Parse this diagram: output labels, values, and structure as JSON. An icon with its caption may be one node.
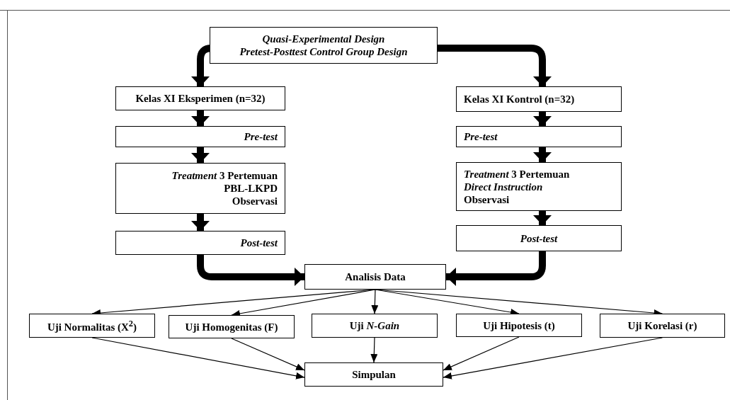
{
  "diagram": {
    "nodes": [
      {
        "text": [
          "Quasi-Experimental Design",
          "Pretest-Posttest Control Group Design"
        ]
      },
      {
        "text": [
          "Kelas XI Eksperimen (n=32)"
        ]
      },
      {
        "text": [
          "Pre-test"
        ]
      },
      {
        "text": [
          "*Treatment* 3 Pertemuan",
          "PBL-LKPD",
          "Observasi"
        ]
      },
      {
        "text": [
          "Post-test"
        ]
      },
      {
        "text": [
          "Kelas XI Kontrol (n=32)"
        ]
      },
      {
        "text": [
          "Pre-test"
        ]
      },
      {
        "text": [
          "*Treatment* 3 Pertemuan",
          "*Direct Instruction*",
          "Observasi"
        ]
      },
      {
        "text": [
          "Post-test"
        ]
      },
      {
        "text": [
          "Analisis Data"
        ]
      },
      {
        "text": [
          "Uji Normalitas (X$^{2}$)"
        ]
      },
      {
        "text": [
          "Uji Homogenitas (F)"
        ]
      },
      {
        "text": [
          "Uji *N-Gain*"
        ]
      },
      {
        "text": [
          "Uji Hipotesis (t)"
        ]
      },
      {
        "text": [
          "Uji Korelasi (r)"
        ]
      },
      {
        "text": [
          "Simpulan"
        ]
      }
    ],
    "edges": [
      {
        "from": 0,
        "to": 1,
        "arrow": "to",
        "style": "thick"
      },
      {
        "from": 0,
        "to": 5,
        "arrow": "to",
        "style": "thick"
      },
      {
        "from": 1,
        "to": 2,
        "arrow": "to",
        "style": "thick"
      },
      {
        "from": 2,
        "to": 3,
        "arrow": "to",
        "style": "thick"
      },
      {
        "from": 3,
        "to": 4,
        "arrow": "to",
        "style": "thick"
      },
      {
        "from": 5,
        "to": 6,
        "arrow": "to",
        "style": "thick"
      },
      {
        "from": 6,
        "to": 7,
        "arrow": "to",
        "style": "thick"
      },
      {
        "from": 7,
        "to": 8,
        "arrow": "to",
        "style": "thick"
      },
      {
        "from": 4,
        "to": 9,
        "arrow": "to",
        "style": "thick"
      },
      {
        "from": 8,
        "to": 9,
        "arrow": "to",
        "style": "thick"
      },
      {
        "from": 9,
        "to": 10,
        "arrow": "to"
      },
      {
        "from": 9,
        "to": 11,
        "arrow": "to"
      },
      {
        "from": 9,
        "to": 12,
        "arrow": "to"
      },
      {
        "from": 9,
        "to": 13,
        "arrow": "to"
      },
      {
        "from": 9,
        "to": 14,
        "arrow": "to"
      },
      {
        "from": 10,
        "to": 15,
        "arrow": "to"
      },
      {
        "from": 11,
        "to": 15,
        "arrow": "to"
      },
      {
        "from": 12,
        "to": 15,
        "arrow": "to"
      },
      {
        "from": 13,
        "to": 15,
        "arrow": "to"
      },
      {
        "from": 14,
        "to": 15,
        "arrow": "to"
      }
    ]
  }
}
